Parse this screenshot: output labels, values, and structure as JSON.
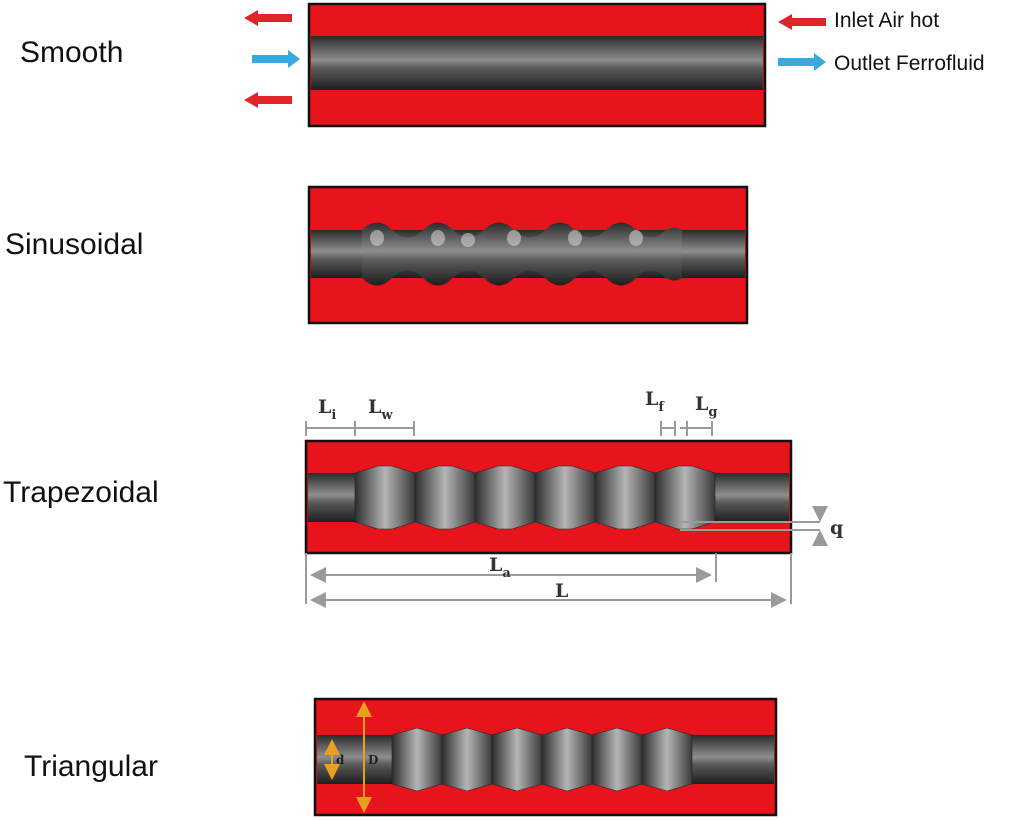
{
  "colors": {
    "shell": "#e8141c",
    "tube_dark": "#2b2b2b",
    "tube_light": "#9a9a9a",
    "air_arrow": "#e0242a",
    "ferrofluid_arrow": "#37a8e0",
    "dimension_line": "#9a9a9a",
    "diameter_marker": "#e8a020"
  },
  "legend": {
    "inlet_air": "Inlet Air hot",
    "outlet_ferrofluid": "Outlet Ferrofluid"
  },
  "rows": {
    "smooth": "Smooth",
    "sinusoidal": "Sinusoidal",
    "trapezoidal": "Trapezoidal",
    "triangular": "Triangular"
  },
  "dimensions": {
    "li_main": "L",
    "li_sub": "i",
    "lw_main": "L",
    "lw_sub": "w",
    "lf_main": "L",
    "lf_sub": "f",
    "lg_main": "L",
    "lg_sub": "g",
    "la_main": "L",
    "la_sub": "a",
    "l_total": "L",
    "q": "q",
    "d_inner": "d",
    "d_outer": "D"
  }
}
